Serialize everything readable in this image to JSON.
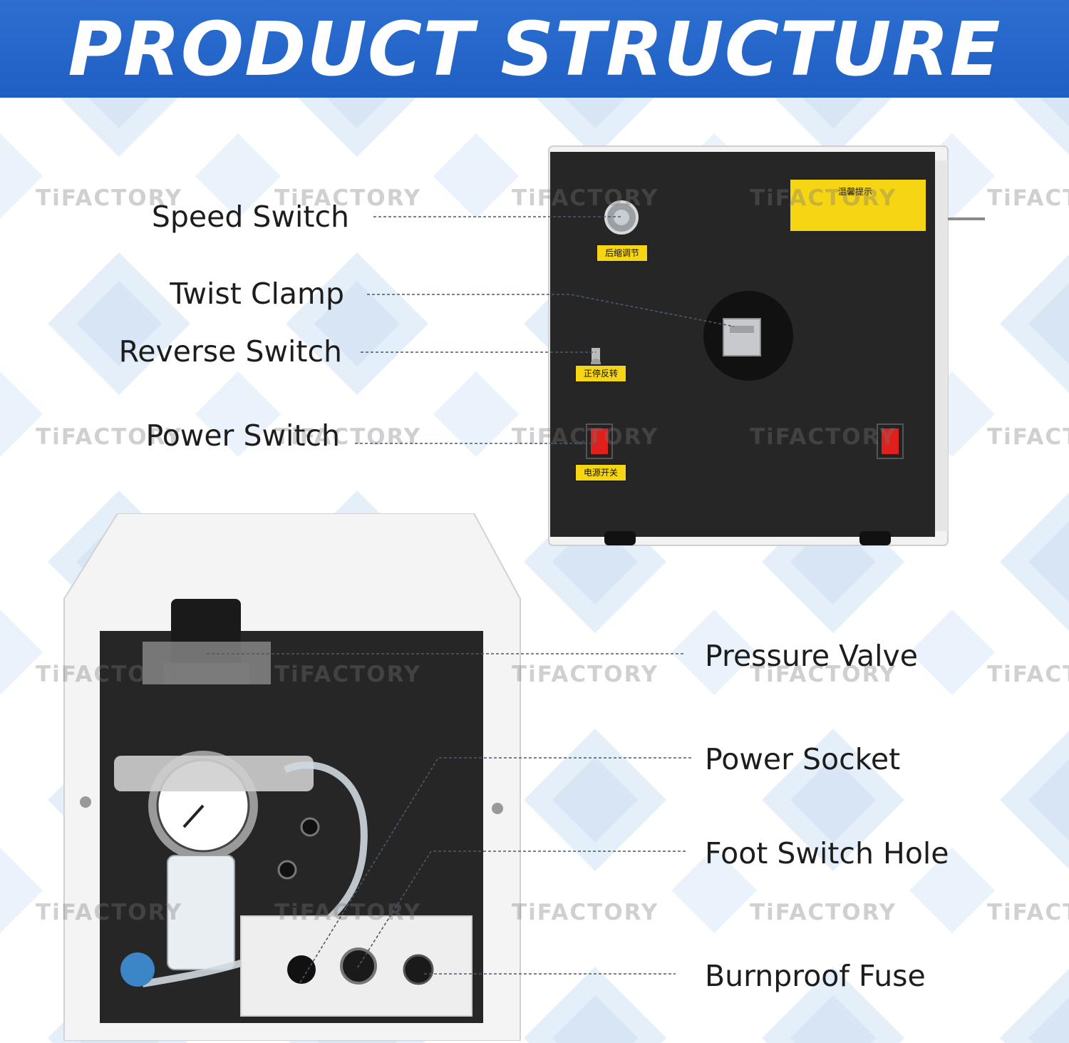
{
  "banner": {
    "title": "PRODUCT STRUCTURE"
  },
  "watermark": "TiFACTORY",
  "labels": {
    "speed_switch": "Speed Switch",
    "twist_clamp": "Twist Clamp",
    "reverse_switch": "Reverse Switch",
    "power_switch": "Power Switch",
    "pressure_valve": "Pressure Valve",
    "power_socket": "Power Socket",
    "foot_switch_hole": "Foot Switch Hole",
    "burnproof_fuse": "Burnproof Fuse"
  },
  "machine_tags": {
    "speed_tag": "后缩调节",
    "reverse_tag": "正停反转",
    "power_tag": "电源开关",
    "warning_title": "温馨提示"
  },
  "colors": {
    "banner": "#2468cc",
    "panel": "#262626",
    "tag_yellow": "#f5d514",
    "switch_red": "#e0201c"
  }
}
